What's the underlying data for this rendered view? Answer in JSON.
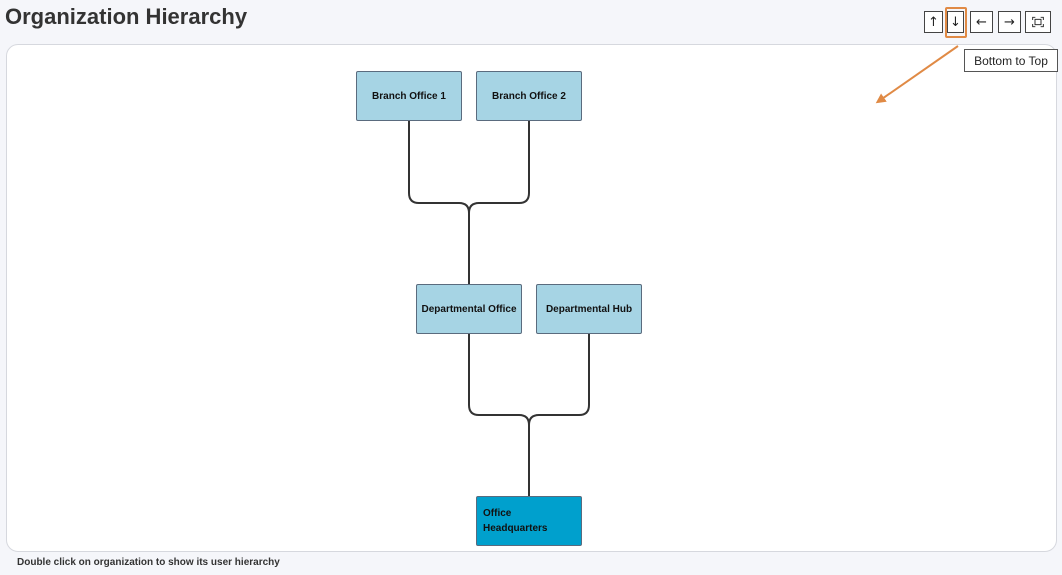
{
  "page": {
    "title": "Organization Hierarchy",
    "footer_hint": "Double click on organization to show its user hierarchy"
  },
  "toolbar": {
    "buttons": [
      {
        "name": "top-to-bottom",
        "icon": "arrow-up-icon",
        "glyph": "↑"
      },
      {
        "name": "bottom-to-top",
        "icon": "arrow-down-icon",
        "glyph": "↓"
      },
      {
        "name": "right-to-left",
        "icon": "arrow-left-icon",
        "glyph": "←"
      },
      {
        "name": "left-to-right",
        "icon": "arrow-right-icon",
        "glyph": "→"
      },
      {
        "name": "fit-to-page",
        "icon": "fit-screen-icon",
        "glyph": ""
      }
    ],
    "tooltip": "Bottom to Top",
    "highlight_color": "#e08a45"
  },
  "hierarchy": {
    "nodes": {
      "branch_office_1": "Branch Office 1",
      "branch_office_2": "Branch Office 2",
      "departmental_office": "Departmental Office",
      "departmental_hub": "Departmental Hub",
      "office_headquarters_line1": "Office",
      "office_headquarters_line2": "Headquarters"
    },
    "colors": {
      "node_fill": "#a6d4e4",
      "root_fill": "#00a0cd",
      "connector": "#333333"
    }
  }
}
